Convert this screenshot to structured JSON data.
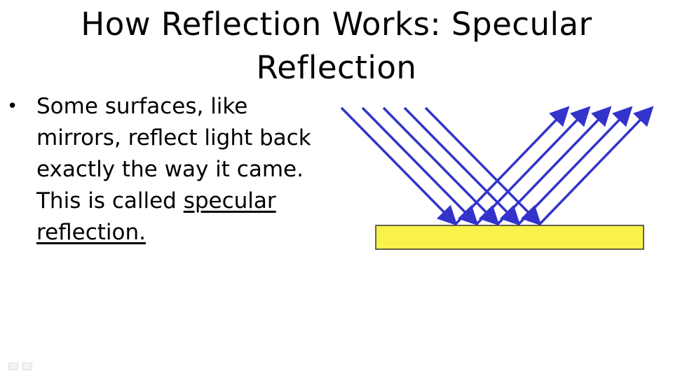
{
  "slide": {
    "title": "How Reflection Works: Specular Reflection",
    "bullet": {
      "text": "Some surfaces, like mirrors, reflect light back exactly the way it came. This is called ",
      "term": "specular reflection."
    }
  },
  "diagram": {
    "ray_color": "#3333cc",
    "surface_fill": "#f8f24a",
    "surface_stroke": "#333333",
    "ray_count": 5
  },
  "controls": {
    "icons": [
      "slide-prev-icon",
      "slide-next-icon"
    ]
  }
}
